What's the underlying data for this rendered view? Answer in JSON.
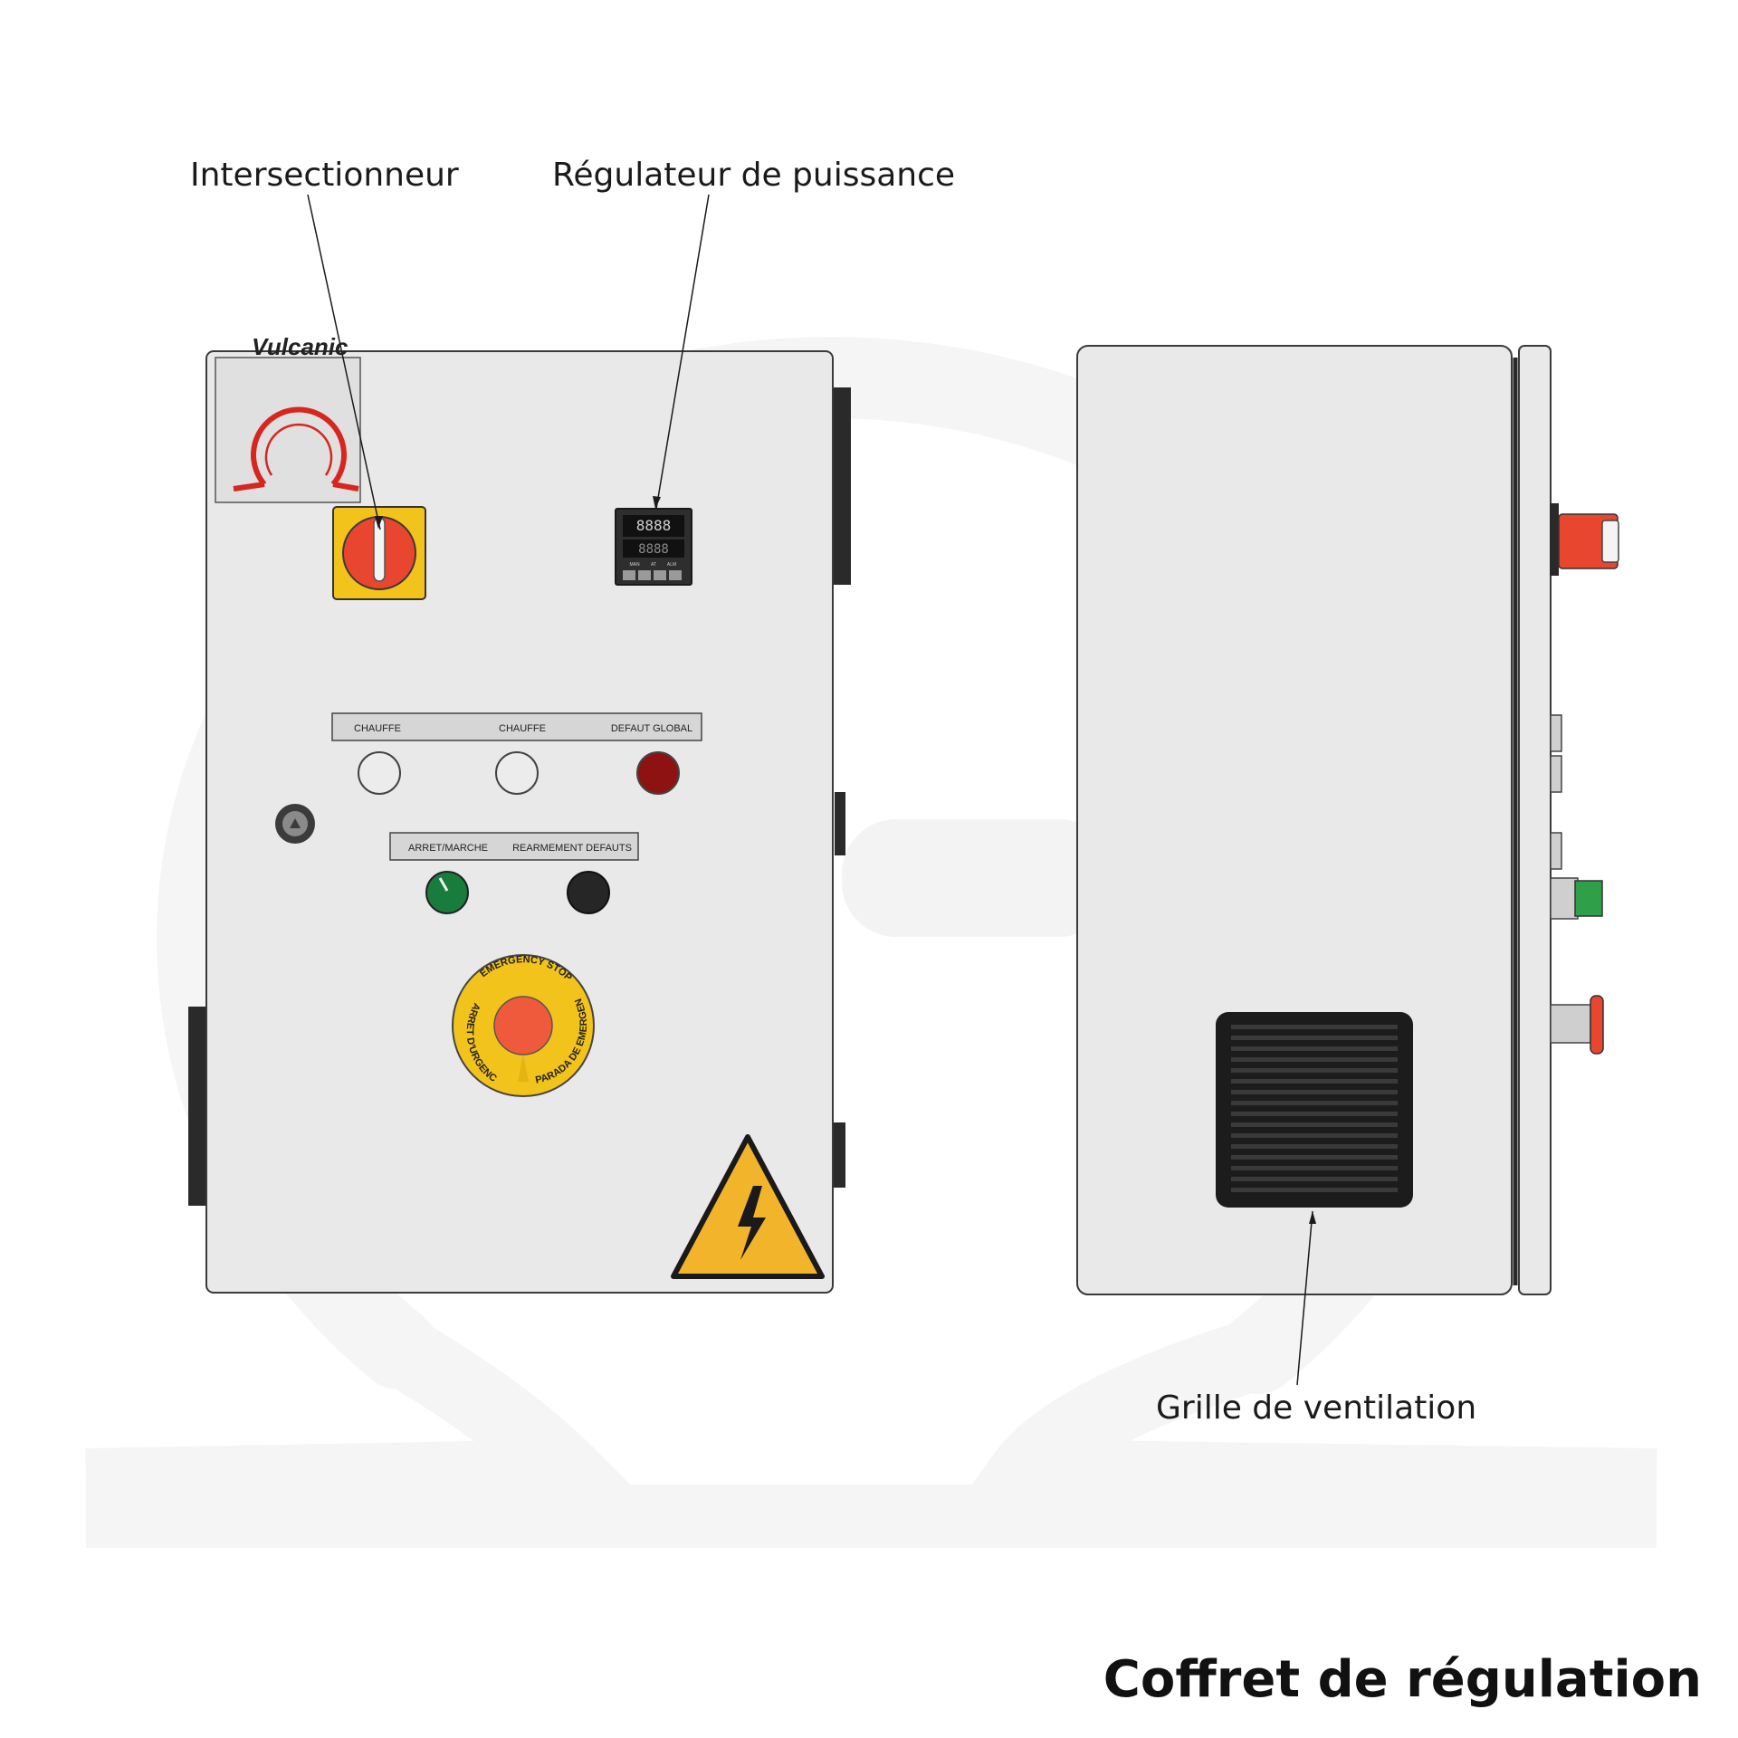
{
  "title": "Coffret de régulation",
  "callouts": {
    "disconnector": "Intersectionneur",
    "power_regulator": "Régulateur de puissance",
    "vent_grille": "Grille de ventilation"
  },
  "logo": {
    "brand": "Vulcanic",
    "color": "#d7261e"
  },
  "front_panel": {
    "indicator_labels": [
      "CHAUFFE",
      "CHAUFFE",
      "DEFAUT GLOBAL"
    ],
    "indicator_colors": [
      "#ececec",
      "#ececec",
      "#8f1212"
    ],
    "button_labels": [
      "ARRET/MARCHE",
      "REARMEMENT DEFAUTS"
    ],
    "button_colors": [
      "#187c3c",
      "#262626"
    ],
    "emergency_stop": {
      "top": "EMERGENCY STOP",
      "left": "ARRET D'URGENCE",
      "right": "PARADA DE EMERGENCIA"
    },
    "controller": {
      "display_top": "8888",
      "display_bottom": "8888",
      "keys": [
        "MAN",
        "AT",
        "ALM"
      ]
    }
  },
  "colors": {
    "panel": "#e9e9e9",
    "disconnector_plate": "#f2c31a",
    "disconnector_knob": "#e8462f",
    "estop_ring": "#f2c31a",
    "estop_button": "#ef5a3c",
    "warning_sign": "#f2b42a",
    "green_button": "#187c3c",
    "grille": "#1c1c1c"
  }
}
